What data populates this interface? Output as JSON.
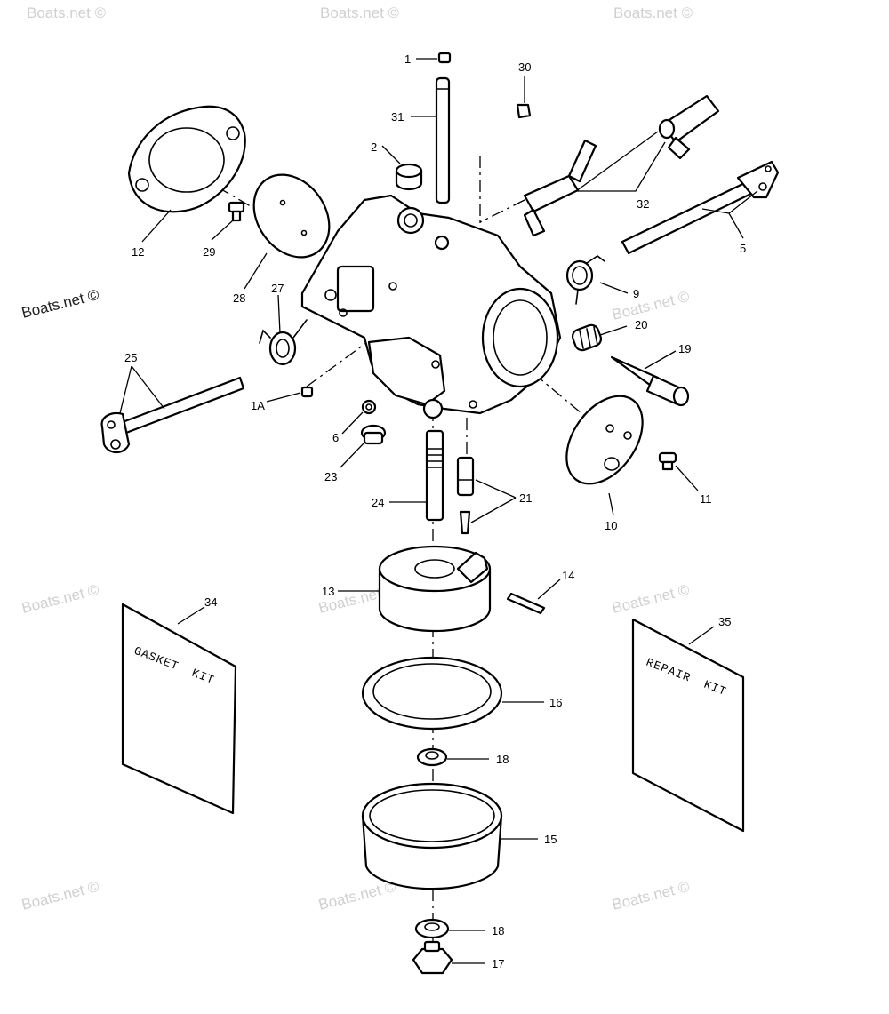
{
  "watermark": "Boats.net ©",
  "kits": {
    "gasket": [
      "GASKET",
      "KIT"
    ],
    "repair": [
      "REPAIR",
      "KIT"
    ]
  },
  "callouts": {
    "c1": "1",
    "c1a": "1A",
    "c2": "2",
    "c5": "5",
    "c6": "6",
    "c9": "9",
    "c10": "10",
    "c11": "11",
    "c12": "12",
    "c13": "13",
    "c14": "14",
    "c15": "15",
    "c16": "16",
    "c17": "17",
    "c18a": "18",
    "c18b": "18",
    "c19": "19",
    "c20": "20",
    "c21": "21",
    "c23": "23",
    "c24": "24",
    "c25": "25",
    "c27": "27",
    "c28": "28",
    "c29": "29",
    "c30": "30",
    "c31": "31",
    "c32": "32",
    "c34": "34",
    "c35": "35"
  }
}
